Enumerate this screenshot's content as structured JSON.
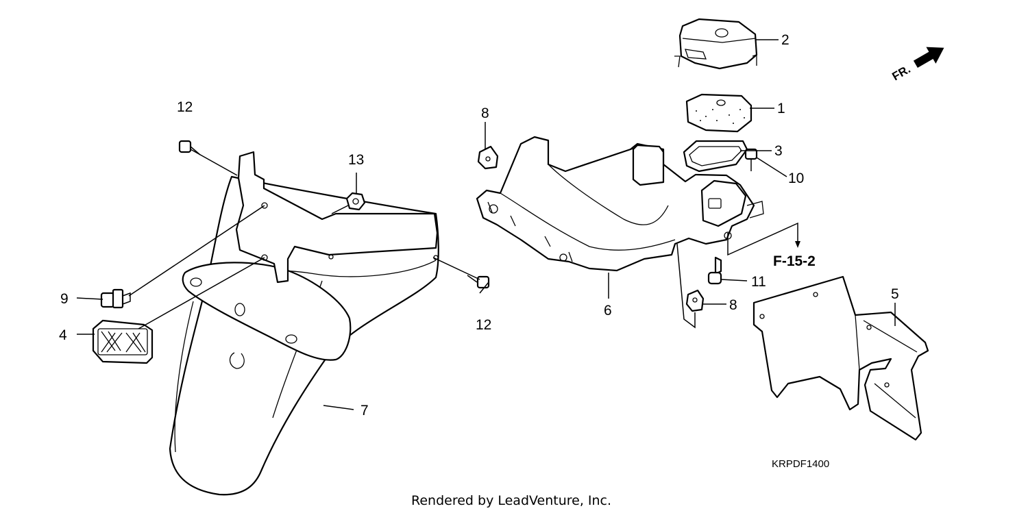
{
  "callouts": [
    {
      "id": "1",
      "label": "1"
    },
    {
      "id": "2",
      "label": "2"
    },
    {
      "id": "3",
      "label": "3"
    },
    {
      "id": "4",
      "label": "4"
    },
    {
      "id": "5",
      "label": "5"
    },
    {
      "id": "6",
      "label": "6"
    },
    {
      "id": "7",
      "label": "7"
    },
    {
      "id": "8a",
      "label": "8"
    },
    {
      "id": "8b",
      "label": "8"
    },
    {
      "id": "9",
      "label": "9"
    },
    {
      "id": "10",
      "label": "10"
    },
    {
      "id": "11",
      "label": "11"
    },
    {
      "id": "12a",
      "label": "12"
    },
    {
      "id": "12b",
      "label": "12"
    },
    {
      "id": "13",
      "label": "13"
    }
  ],
  "reference": "F-15-2",
  "direction_label": "FR.",
  "diagram_code": "KRPDF1400",
  "credit": "Rendered by LeadVenture, Inc."
}
